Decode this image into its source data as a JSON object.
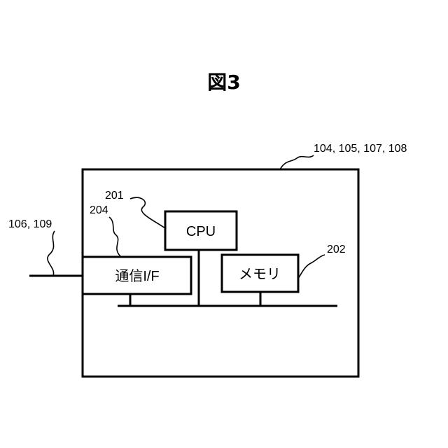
{
  "figure": {
    "title": "図3"
  },
  "labels": {
    "device_refs": "104, 105, 107, 108",
    "network_refs": "106, 109",
    "cpu_ref": "201",
    "memory_ref": "202",
    "comm_if_ref": "204"
  },
  "blocks": {
    "cpu": "CPU",
    "memory": "メモリ",
    "comm_if": "通信I/F"
  }
}
